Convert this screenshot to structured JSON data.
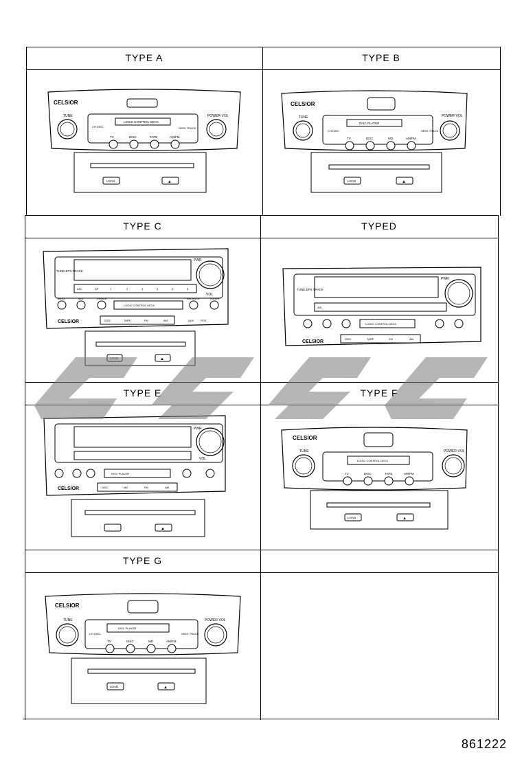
{
  "headers": {
    "a": "TYPE A",
    "b": "TYPE B",
    "c": "TYPE C",
    "d": "TYPED",
    "e": "TYPE E",
    "f": "TYPE F",
    "g": "TYPE G"
  },
  "labels": {
    "tune": "TUNE",
    "power_vol": "POWER·VOL",
    "load": "LOAD",
    "eject": "▲",
    "ch_disc": "CH DISC",
    "seek_track": "SEEK TRACK",
    "pwr": "PWR",
    "vol": "VOL",
    "tune_eps_track": "TUNE EPS TRACK",
    "bass": "BASS",
    "mid": "MID",
    "treble": "TREBLE",
    "balance": "BALANCE",
    "fader": "FADER",
    "tv": "TV",
    "disc": "DISC",
    "tape": "TAPE",
    "md": "MD",
    "am_fm": "AM/FM",
    "fm": "FM",
    "am": "AM",
    "aux": "AUX",
    "pos": "POS",
    "deck_a": "LOGIC CONTROL DECK",
    "deck_b": "DISC PLAYER",
    "brand": "CELSIOR",
    "presets": [
      "1",
      "2",
      "3",
      "4",
      "5",
      "6"
    ],
    "asl": "ASL",
    "ap": "AP"
  },
  "figure_code": "861222",
  "icons": {
    "knob": "rotary-knob-icon",
    "eject": "eject-icon",
    "watermark": "watermark-logo"
  }
}
